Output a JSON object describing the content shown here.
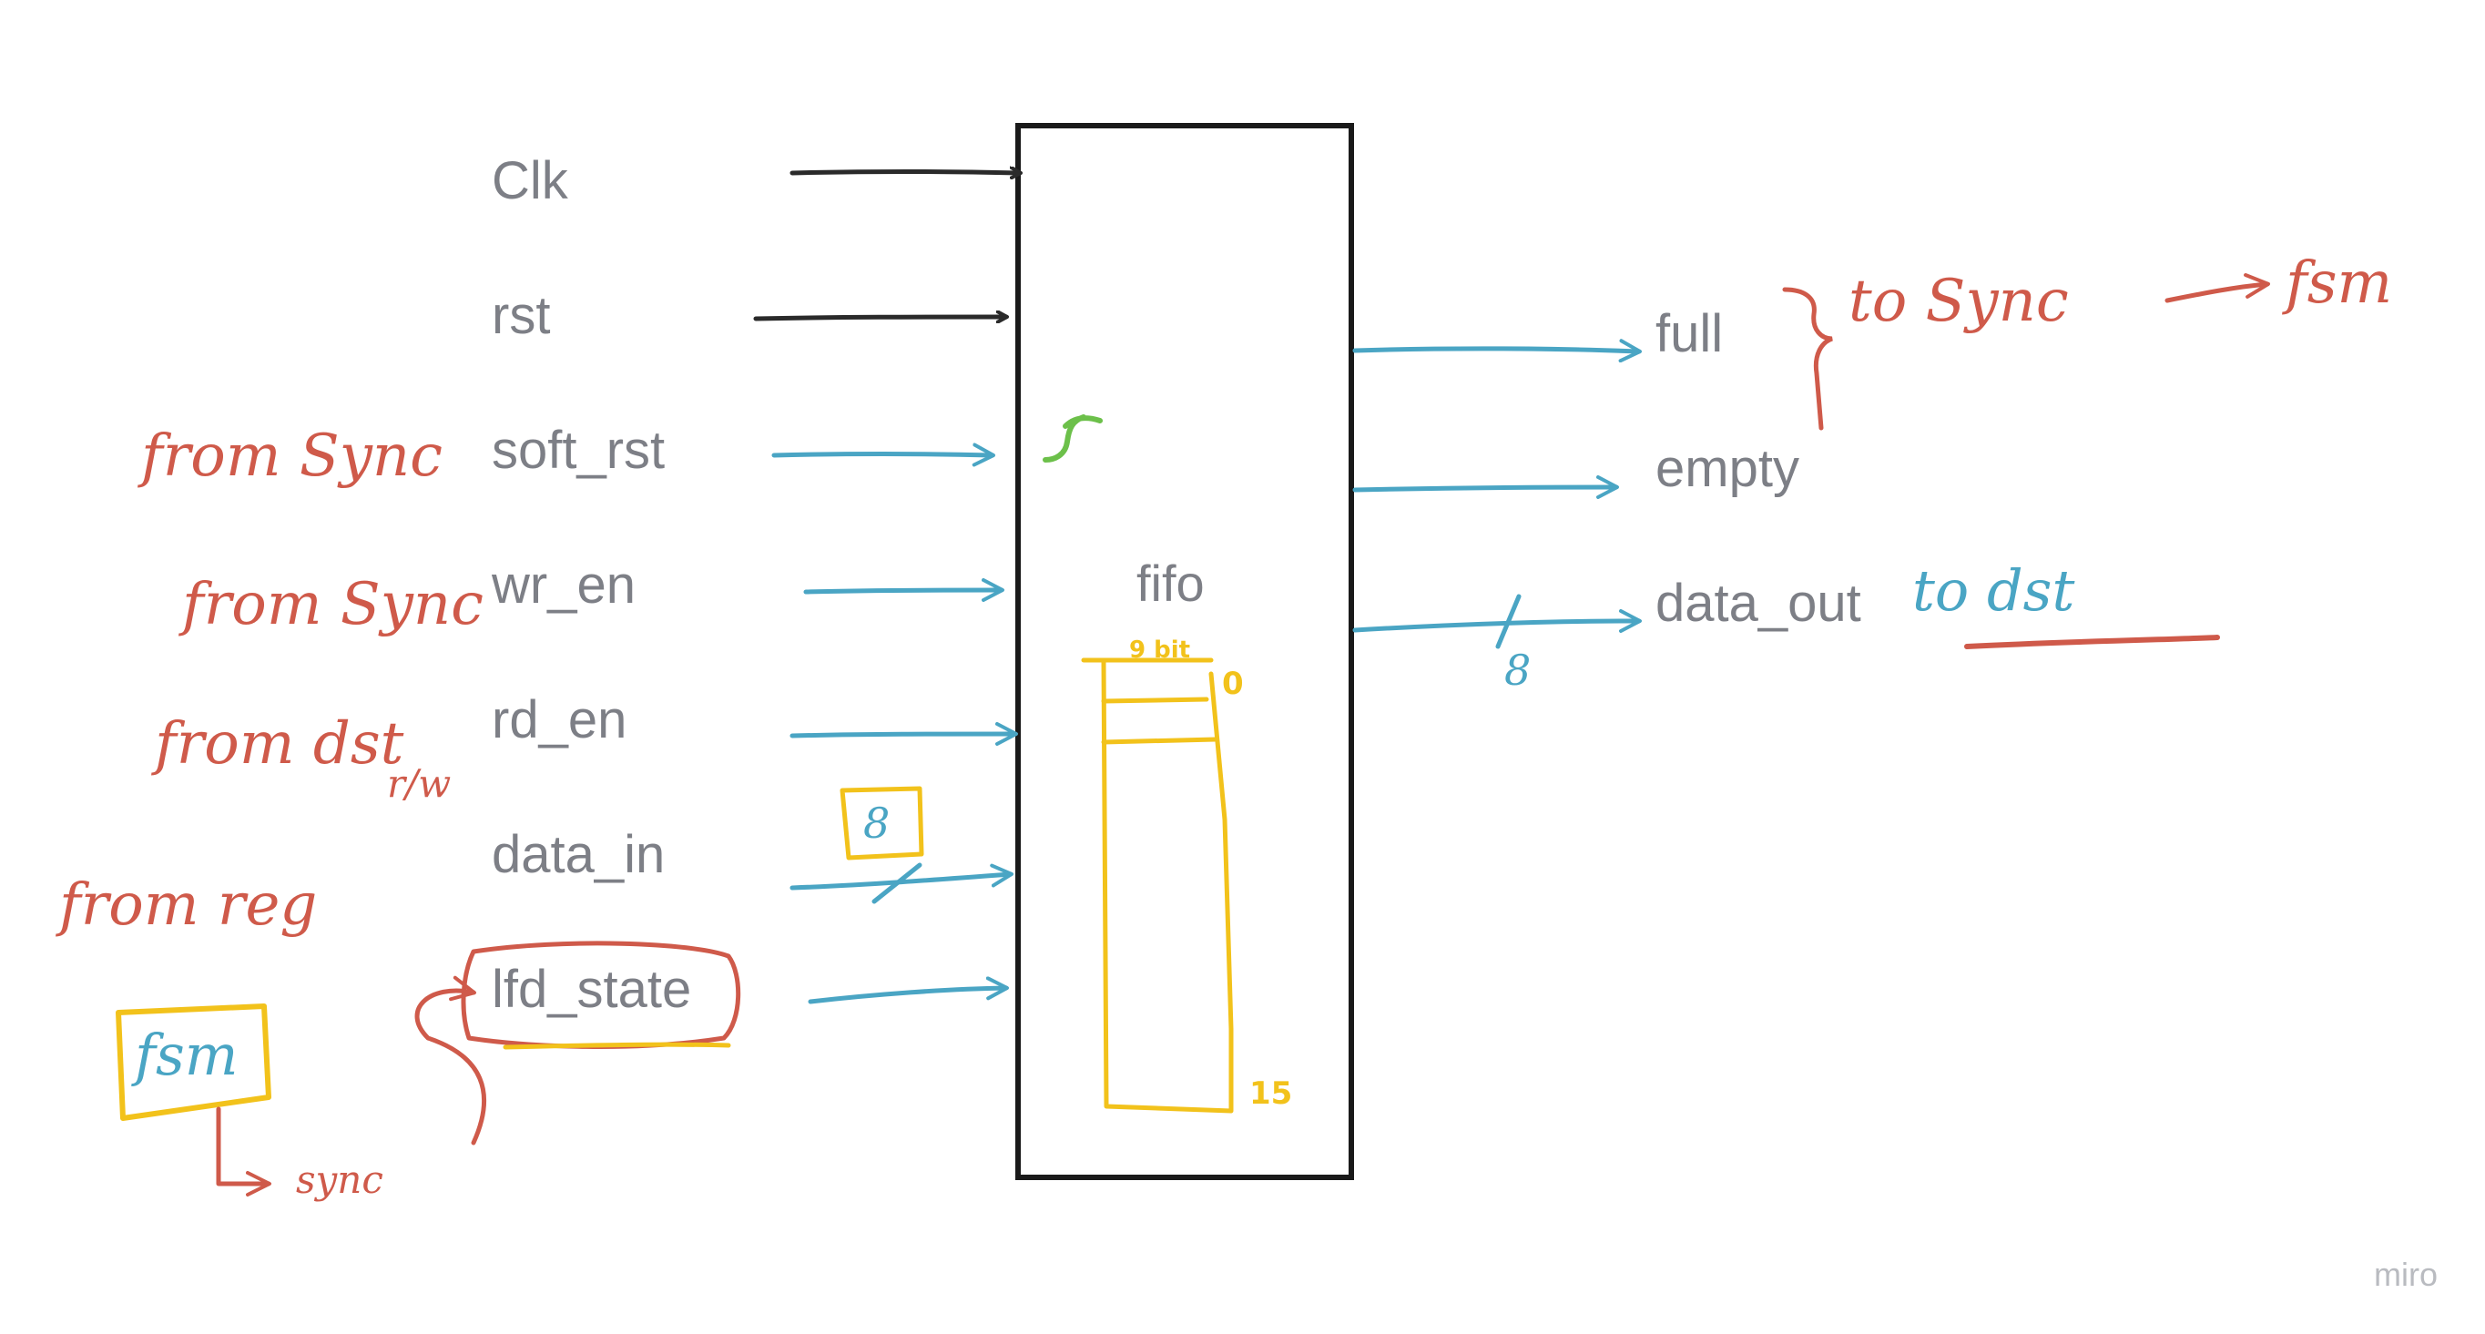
{
  "block": {
    "name": "fifo"
  },
  "inputs": [
    {
      "label": "Clk"
    },
    {
      "label": "rst"
    },
    {
      "label": "soft_rst"
    },
    {
      "label": "wr_en"
    },
    {
      "label": "rd_en"
    },
    {
      "label": "data_in"
    },
    {
      "label": "lfd_state"
    }
  ],
  "outputs": [
    {
      "label": "full"
    },
    {
      "label": "empty"
    },
    {
      "label": "data_out"
    }
  ],
  "annotations": {
    "from_sync_soft_rst": "from Sync",
    "from_sync_wr_en": "from Sync",
    "from_dst": "from dst",
    "rw": "r/w",
    "from_reg": "from reg",
    "fsm_box": "fsm",
    "to_sync": "sync",
    "data_in_width": "8",
    "data_out_width": "8",
    "memory_width": "9 bit",
    "memory_top_index": "0",
    "memory_bottom_index": "15",
    "full_empty_dest": "to Sync",
    "fsm_dest": "fsm",
    "data_out_dest": "to dst"
  },
  "colors": {
    "block_stroke": "#1a1a1a",
    "black_arrow": "#2a2a2a",
    "blue_arrow": "#4aa5c4",
    "red_note": "#cf5a4a",
    "yellow_note": "#f2c21b",
    "green_mark": "#6cc04a",
    "label_gray": "#7d7f86"
  },
  "watermark": "miro"
}
